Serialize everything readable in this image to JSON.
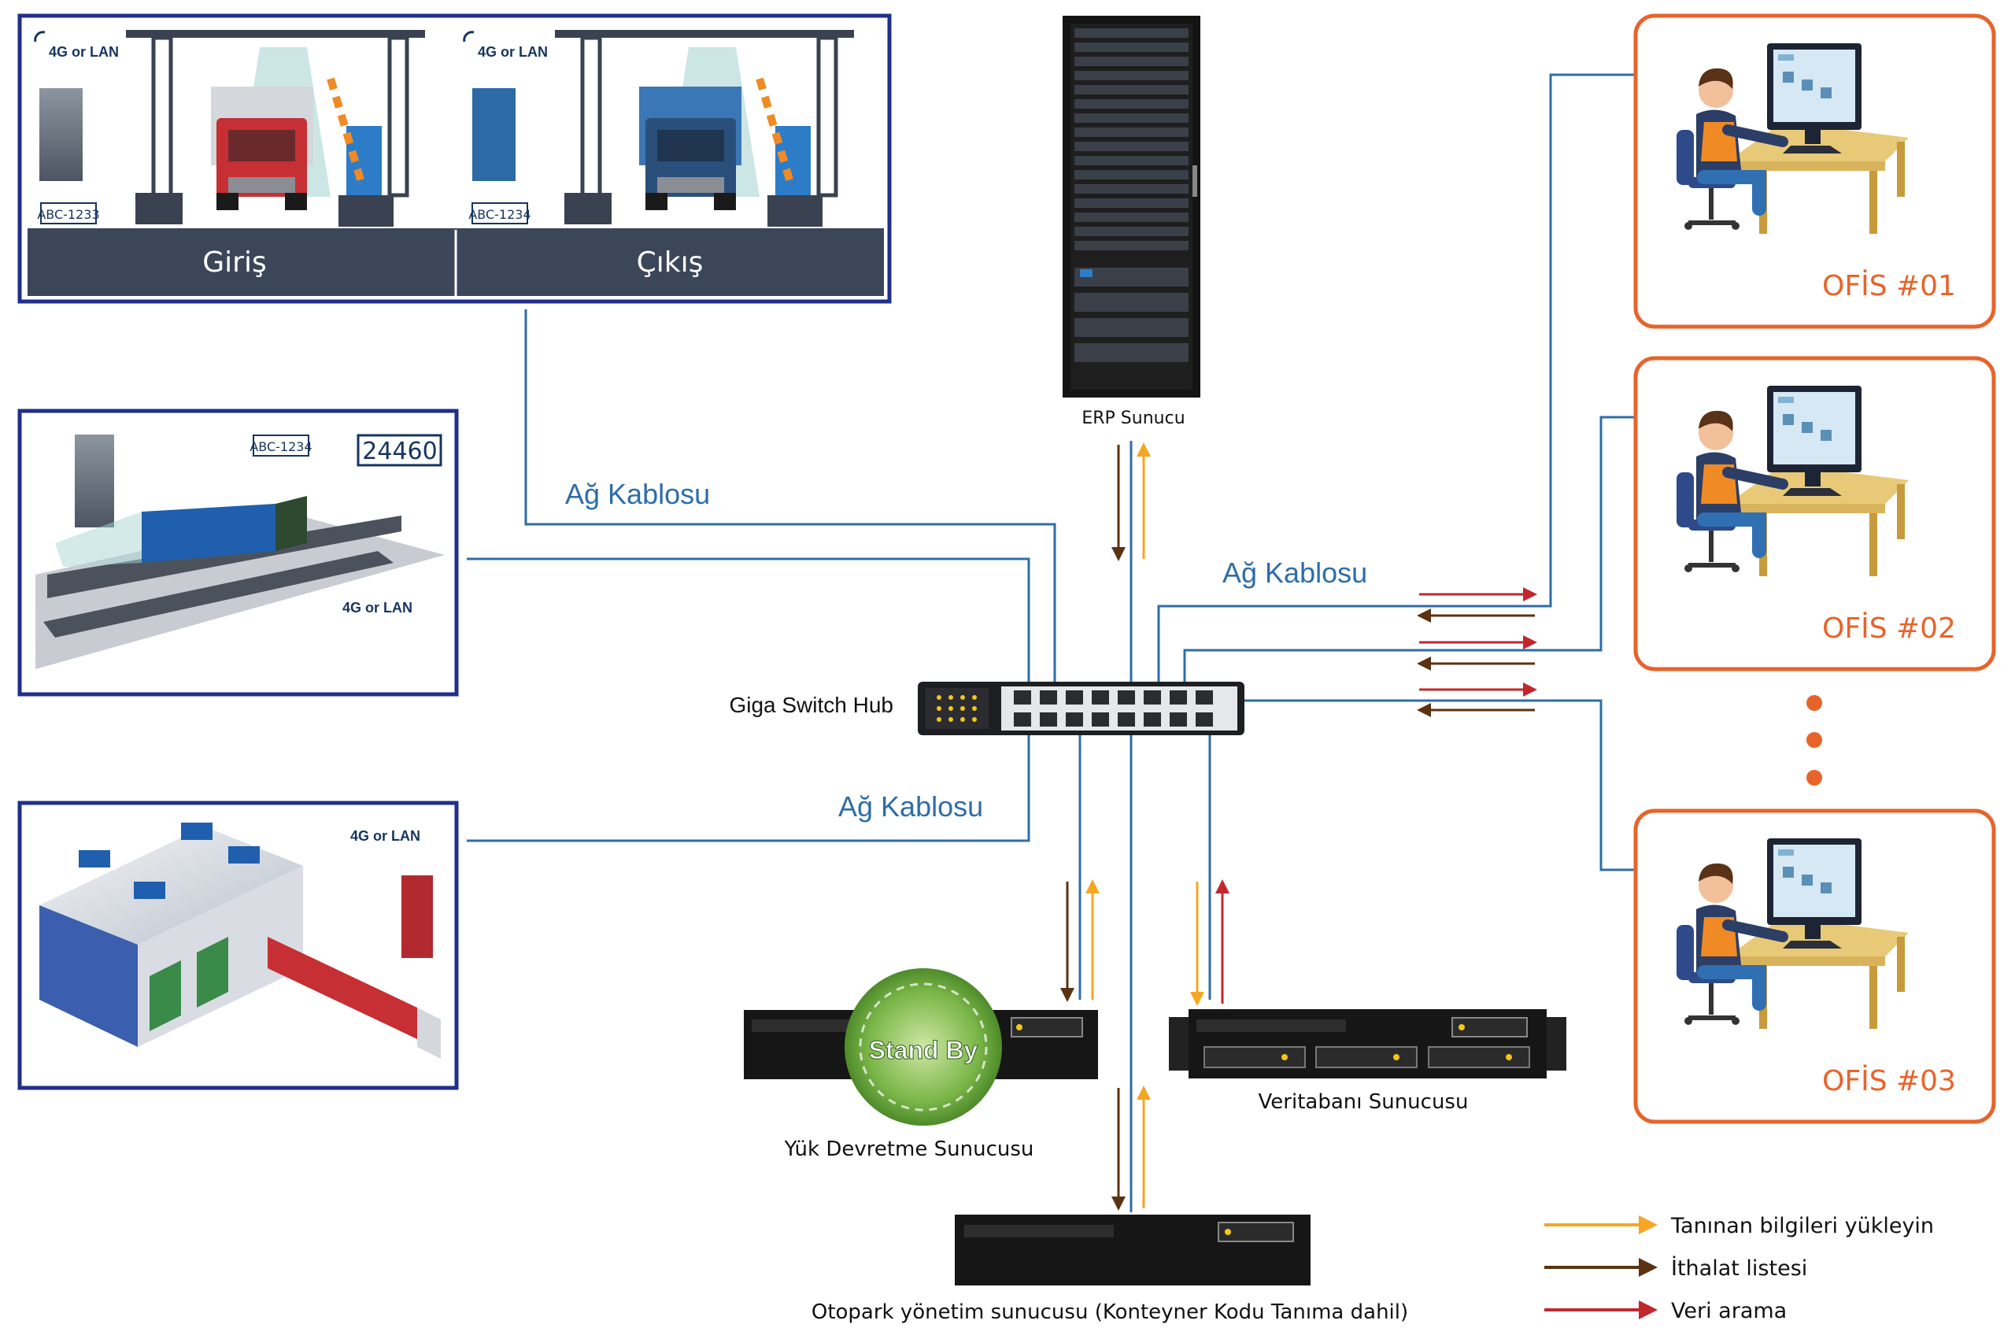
{
  "colors": {
    "frame_blue": "#1f2f8a",
    "cable_blue": "#2e6da8",
    "office_orange": "#e8632a",
    "arrow_orange": "#f5a623",
    "arrow_brown": "#5b3311",
    "arrow_red": "#c1272d",
    "road_dark": "#3b4658"
  },
  "gate": {
    "badge_left": "4G or LAN",
    "badge_right": "4G or LAN",
    "plate_left": "ABC-1233",
    "plate_right": "ABC-1234",
    "lane_left": "Giriş",
    "lane_right": "Çıkış"
  },
  "weighbridge": {
    "plate": "ABC-1234",
    "display": "24460",
    "badge": "4G or LAN"
  },
  "warehouse": {
    "badge": "4G or LAN"
  },
  "labels": {
    "cable_1": "Ağ Kablosu",
    "cable_2": "Ağ Kablosu",
    "cable_3": "Ağ Kablosu",
    "switch": "Giga Switch Hub",
    "erp": "ERP Sunucu",
    "standby_badge": "Stand By",
    "failover": "Yük Devretme Sunucusu",
    "database": "Veritabanı Sunucusu",
    "parking": "Otopark yönetim sunucusu (Konteyner Kodu Tanıma dahil)"
  },
  "offices": [
    {
      "label": "OFİS #01"
    },
    {
      "label": "OFİS #02"
    },
    {
      "label": "OFİS #03"
    }
  ],
  "legend": [
    {
      "label": "Tanınan bilgileri yükleyin",
      "color": "#f5a623"
    },
    {
      "label": "İthalat listesi",
      "color": "#5b3311"
    },
    {
      "label": "Veri arama",
      "color": "#c1272d"
    }
  ]
}
